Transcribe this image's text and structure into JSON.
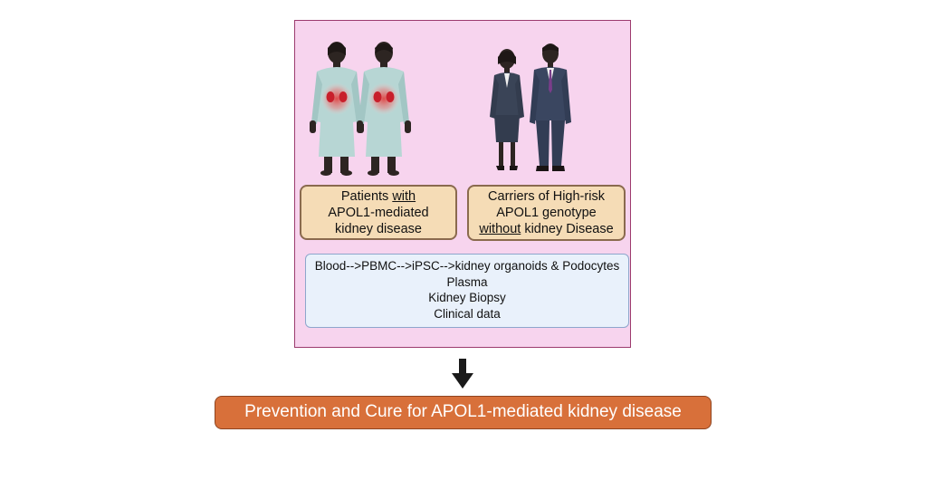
{
  "groups": {
    "patients": {
      "line1_pre": "Patients ",
      "line1_em": "with",
      "line2": "APOL1-mediated",
      "line3": "kidney disease"
    },
    "carriers": {
      "line1": "Carriers of High-risk",
      "line2": "APOL1 genotype",
      "line3_em": "without",
      "line3_post": " kidney Disease"
    }
  },
  "samples": [
    "Blood-->PBMC-->iPSC-->kidney organoids & Podocytes",
    "Plasma",
    "Kidney Biopsy",
    "Clinical data"
  ],
  "outcome": "Prevention and Cure for APOL1-mediated kidney disease",
  "icons": {
    "patients": "patient-in-gown-icon",
    "carriers": "person-in-suit-icon",
    "kidney": "kidney-icon",
    "arrow": "arrow-down-icon"
  },
  "colors": {
    "panel_bg": "#f7d4ee",
    "group_bg": "#f5dcb6",
    "samples_bg": "#e9f1fb",
    "outcome_bg": "#d8703a",
    "kidney": "#d8262f"
  }
}
